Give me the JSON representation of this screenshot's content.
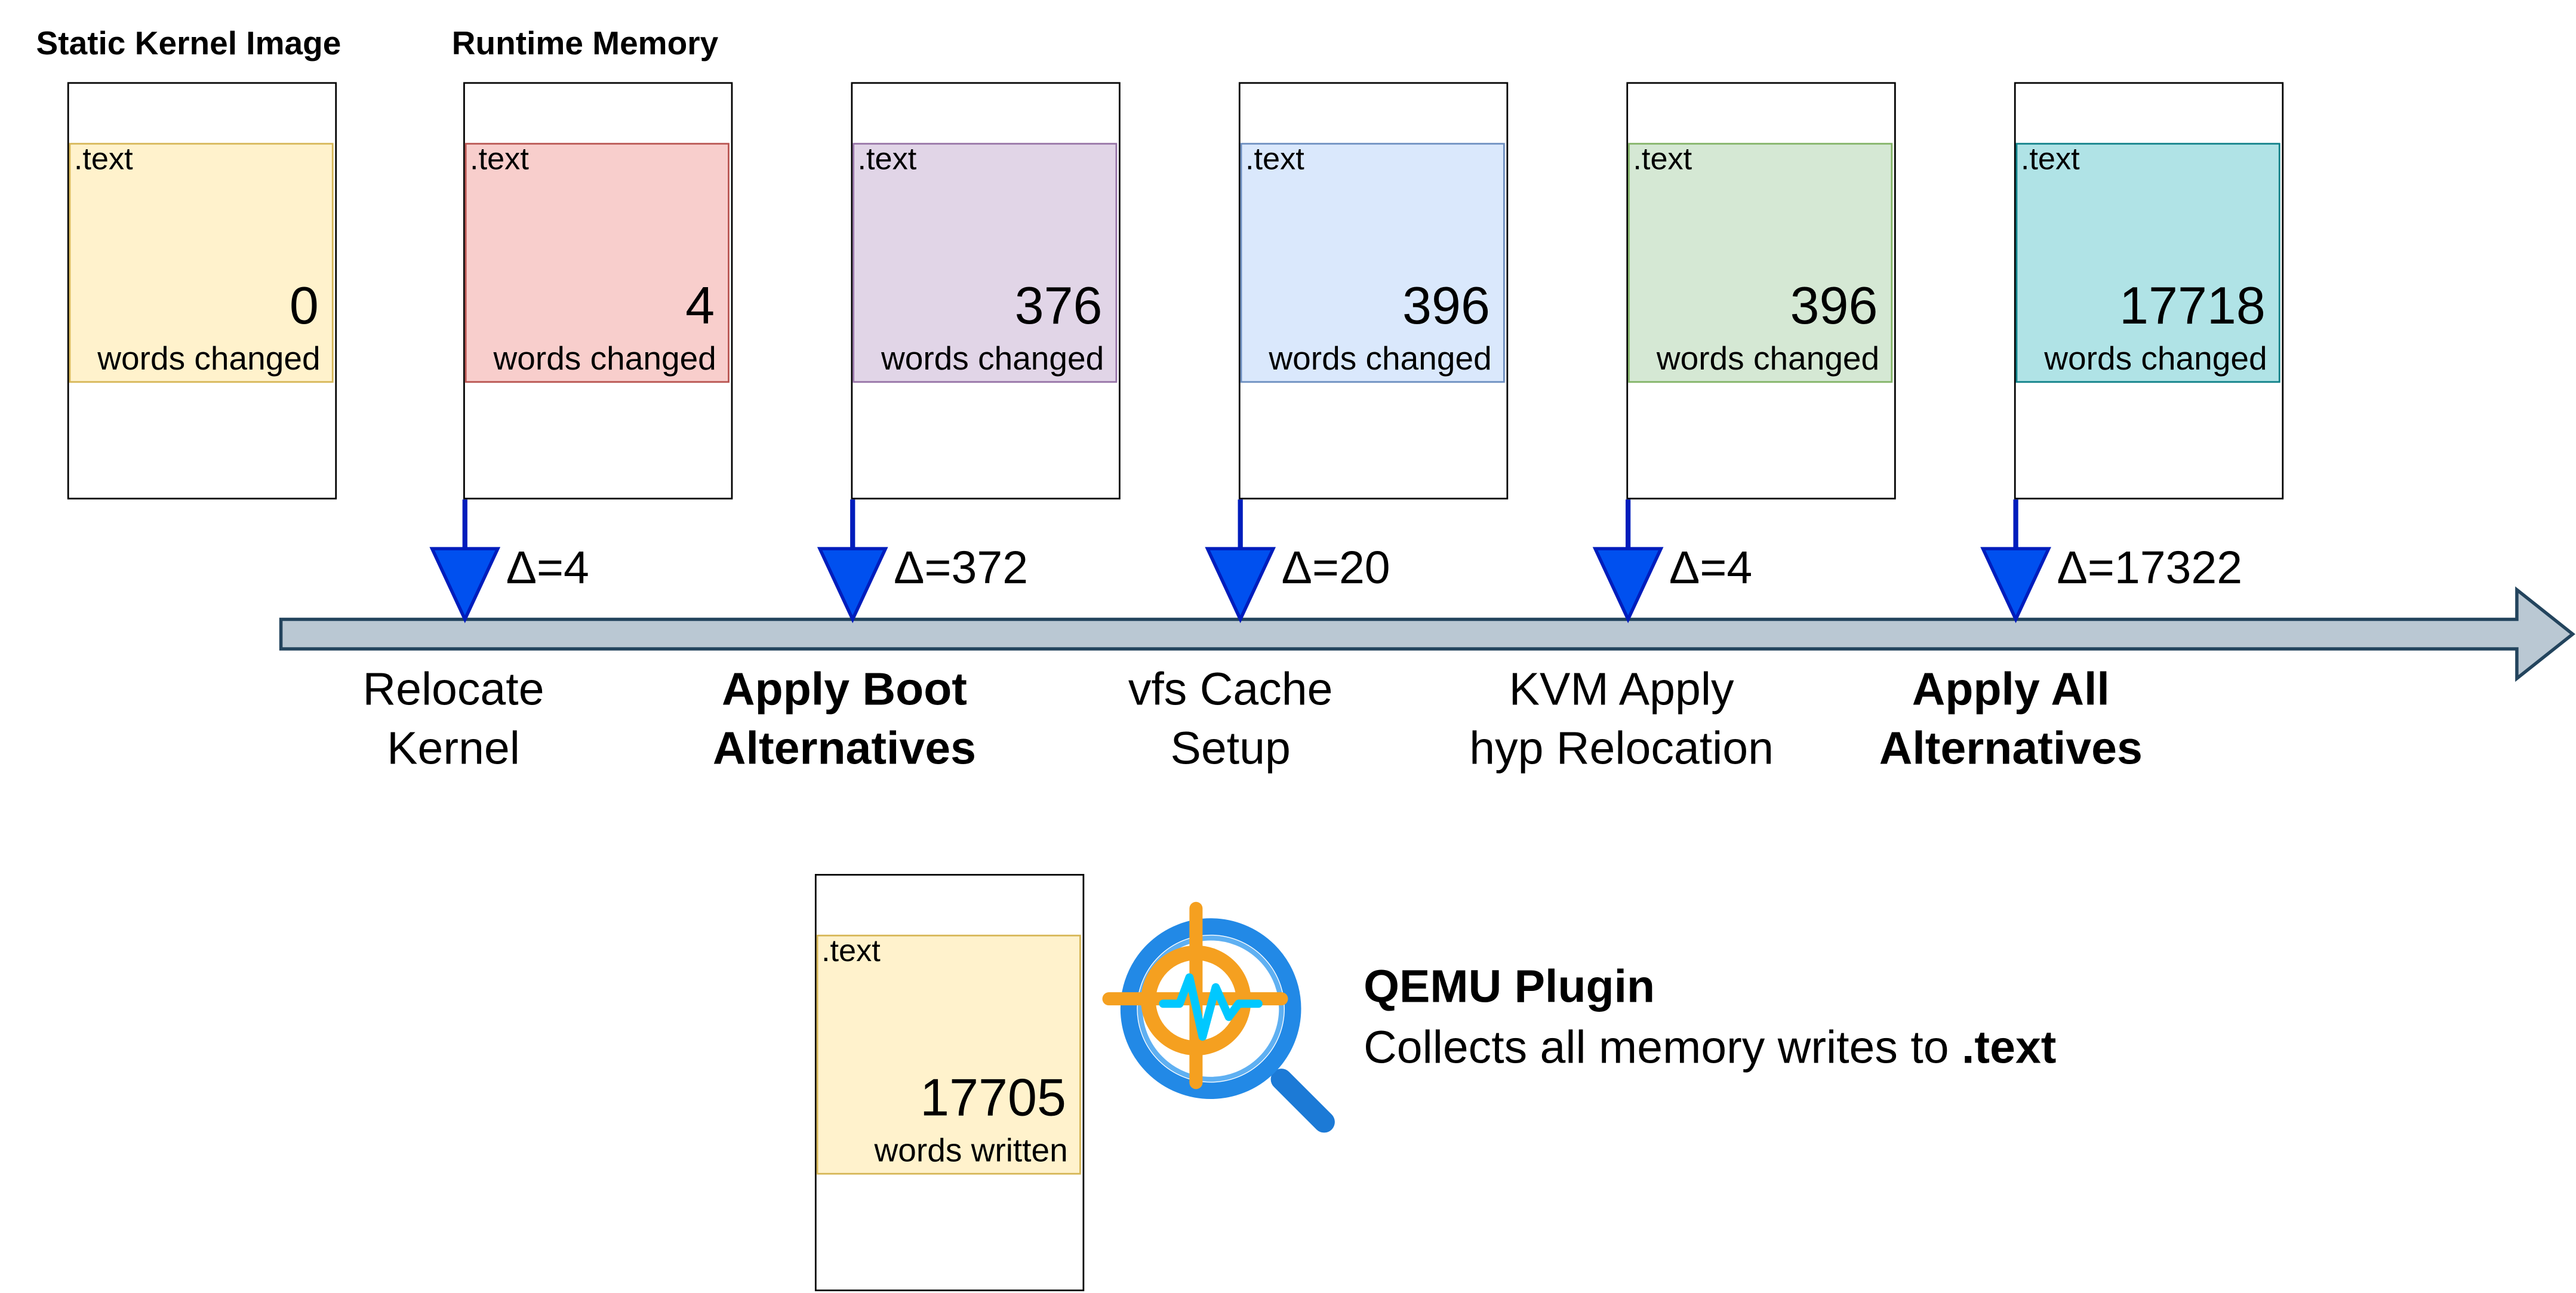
{
  "headers": {
    "static": "Static Kernel Image",
    "runtime": "Runtime Memory"
  },
  "section_label": ".text",
  "unit_changed": "words changed",
  "unit_written": "words written",
  "boxes": [
    {
      "count": "0",
      "fill": "#fff2cc",
      "stroke": "#d6b656"
    },
    {
      "count": "4",
      "fill": "#f8cecc",
      "stroke": "#b85450"
    },
    {
      "count": "376",
      "fill": "#e1d5e7",
      "stroke": "#9673a6"
    },
    {
      "count": "396",
      "fill": "#dae8fc",
      "stroke": "#6c8ebf"
    },
    {
      "count": "396",
      "fill": "#d5e8d4",
      "stroke": "#82b366"
    },
    {
      "count": "17718",
      "fill": "#b0e3e6",
      "stroke": "#0e8088"
    }
  ],
  "deltas": [
    "Δ=4",
    "Δ=372",
    "Δ=20",
    "Δ=4",
    "Δ=17322"
  ],
  "steps": [
    {
      "line1": "Relocate",
      "line2": "Kernel",
      "bold": false
    },
    {
      "line1": "Apply Boot",
      "line2": "Alternatives",
      "bold": true
    },
    {
      "line1": "vfs Cache",
      "line2": "Setup",
      "bold": false
    },
    {
      "line1": "KVM Apply",
      "line2": "hyp Relocation",
      "bold": false
    },
    {
      "line1": "Apply All",
      "line2": "Alternatives",
      "bold": true
    }
  ],
  "plugin_box": {
    "count": "17705",
    "fill": "#fff2cc",
    "stroke": "#d6b656"
  },
  "plugin": {
    "title": "QEMU Plugin",
    "desc_prefix": "Collects all memory writes to ",
    "desc_target": ".text",
    "icon": "magnifier-waveform-icon"
  },
  "colors": {
    "timeline_fill": "#bac8d3",
    "timeline_stroke": "#23445d",
    "marker": "#0050ef",
    "marker_stroke": "#001dbc"
  }
}
